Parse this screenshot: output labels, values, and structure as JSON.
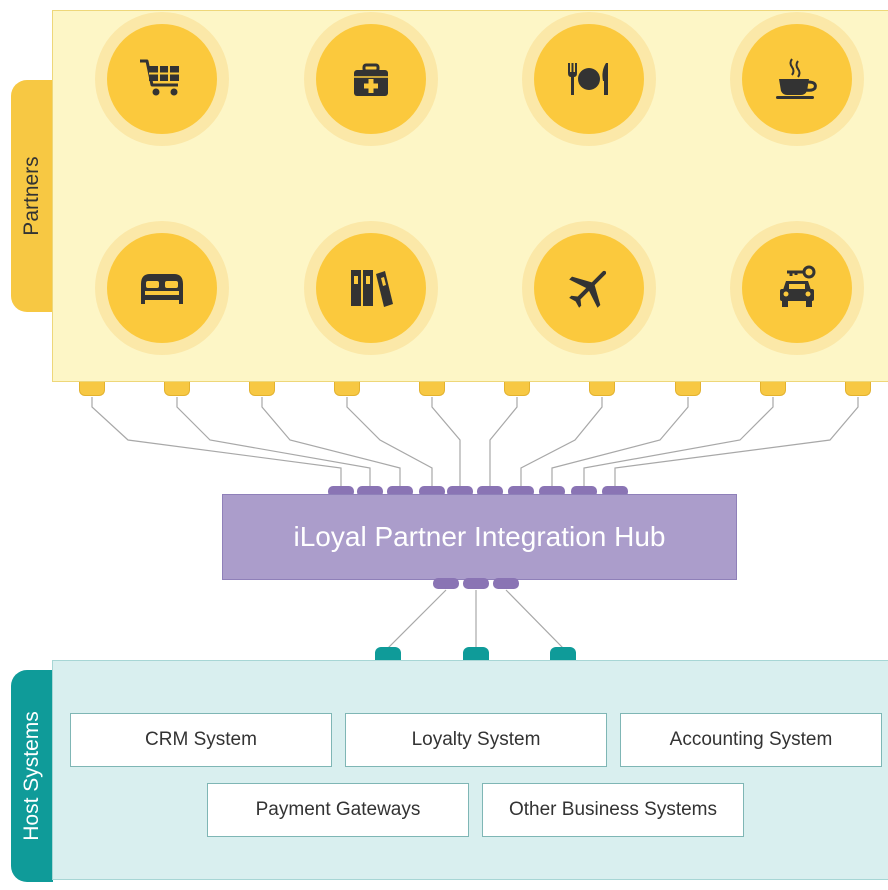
{
  "partners": {
    "label": "Partners",
    "icons": [
      {
        "name": "shopping-cart-icon"
      },
      {
        "name": "first-aid-kit-icon"
      },
      {
        "name": "dining-icon"
      },
      {
        "name": "coffee-cup-icon"
      },
      {
        "name": "bed-icon"
      },
      {
        "name": "books-icon"
      },
      {
        "name": "airplane-icon"
      },
      {
        "name": "car-rental-icon"
      }
    ]
  },
  "hub": {
    "title": "iLoyal Partner Integration Hub"
  },
  "host_systems": {
    "label": "Host Systems",
    "systems": [
      "CRM System",
      "Loyalty System",
      "Accounting System",
      "Payment Gateways",
      "Other Business Systems"
    ]
  },
  "colors": {
    "partners_bg": "#fdf6c6",
    "partners_accent": "#f7c843",
    "hub": "#ab9dcb",
    "hub_connector": "#8a74b4",
    "host_bg": "#d9efef",
    "host_accent": "#0f9b99",
    "icon_glyph": "#333333"
  }
}
